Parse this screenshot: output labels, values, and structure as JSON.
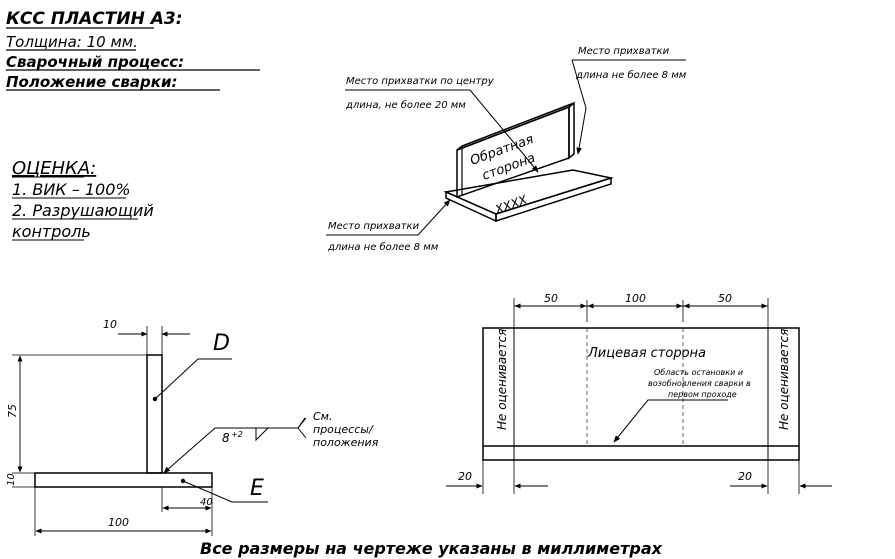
{
  "header": {
    "title": "КСС ПЛАСТИН А3:",
    "thickness": "Толщина: 10 мм.",
    "welding_process": "Сварочный процесс:",
    "welding_position": "Положение сварки:"
  },
  "evaluation": {
    "heading": "ОЦЕНКА:",
    "items": [
      "1. ВИК – 100%",
      "2. Разрушающий",
      "контроль"
    ]
  },
  "iso_view": {
    "tack_center_title": "Место прихватки по центру",
    "tack_center_length": "длина, не более 20 мм",
    "tack_right_title": "Место прихватки",
    "tack_right_length": "длина не более 8 мм",
    "tack_left_title": "Место прихватки",
    "tack_left_length": "длина не более 8 мм",
    "back_side_line1": "Обратная",
    "back_side_line2": "сторона",
    "marking": "XXXX"
  },
  "section_view": {
    "dim_top_thickness": "10",
    "label_d": "D",
    "dim_height": "75",
    "dim_base_thickness": "10",
    "weld_symbol": "8",
    "weld_tolerance": "+2",
    "ref_note": [
      "См.",
      "процессы/",
      "положения"
    ],
    "label_e": "E",
    "dim_40": "40",
    "dim_100": "100"
  },
  "plan_view": {
    "dim_50_left": "50",
    "dim_100": "100",
    "dim_50_right": "50",
    "face_side": "Лицевая сторона",
    "stop_zone_note": [
      "Область остановки и",
      "возобновления сварки в",
      "первом проходе"
    ],
    "not_evaluated_left": "Не оценивается",
    "not_evaluated_right": "Не оценивается",
    "dim_20_left": "20",
    "dim_20_right": "20"
  },
  "footer": {
    "note": "Все размеры на чертеже указаны в миллиметрах"
  }
}
